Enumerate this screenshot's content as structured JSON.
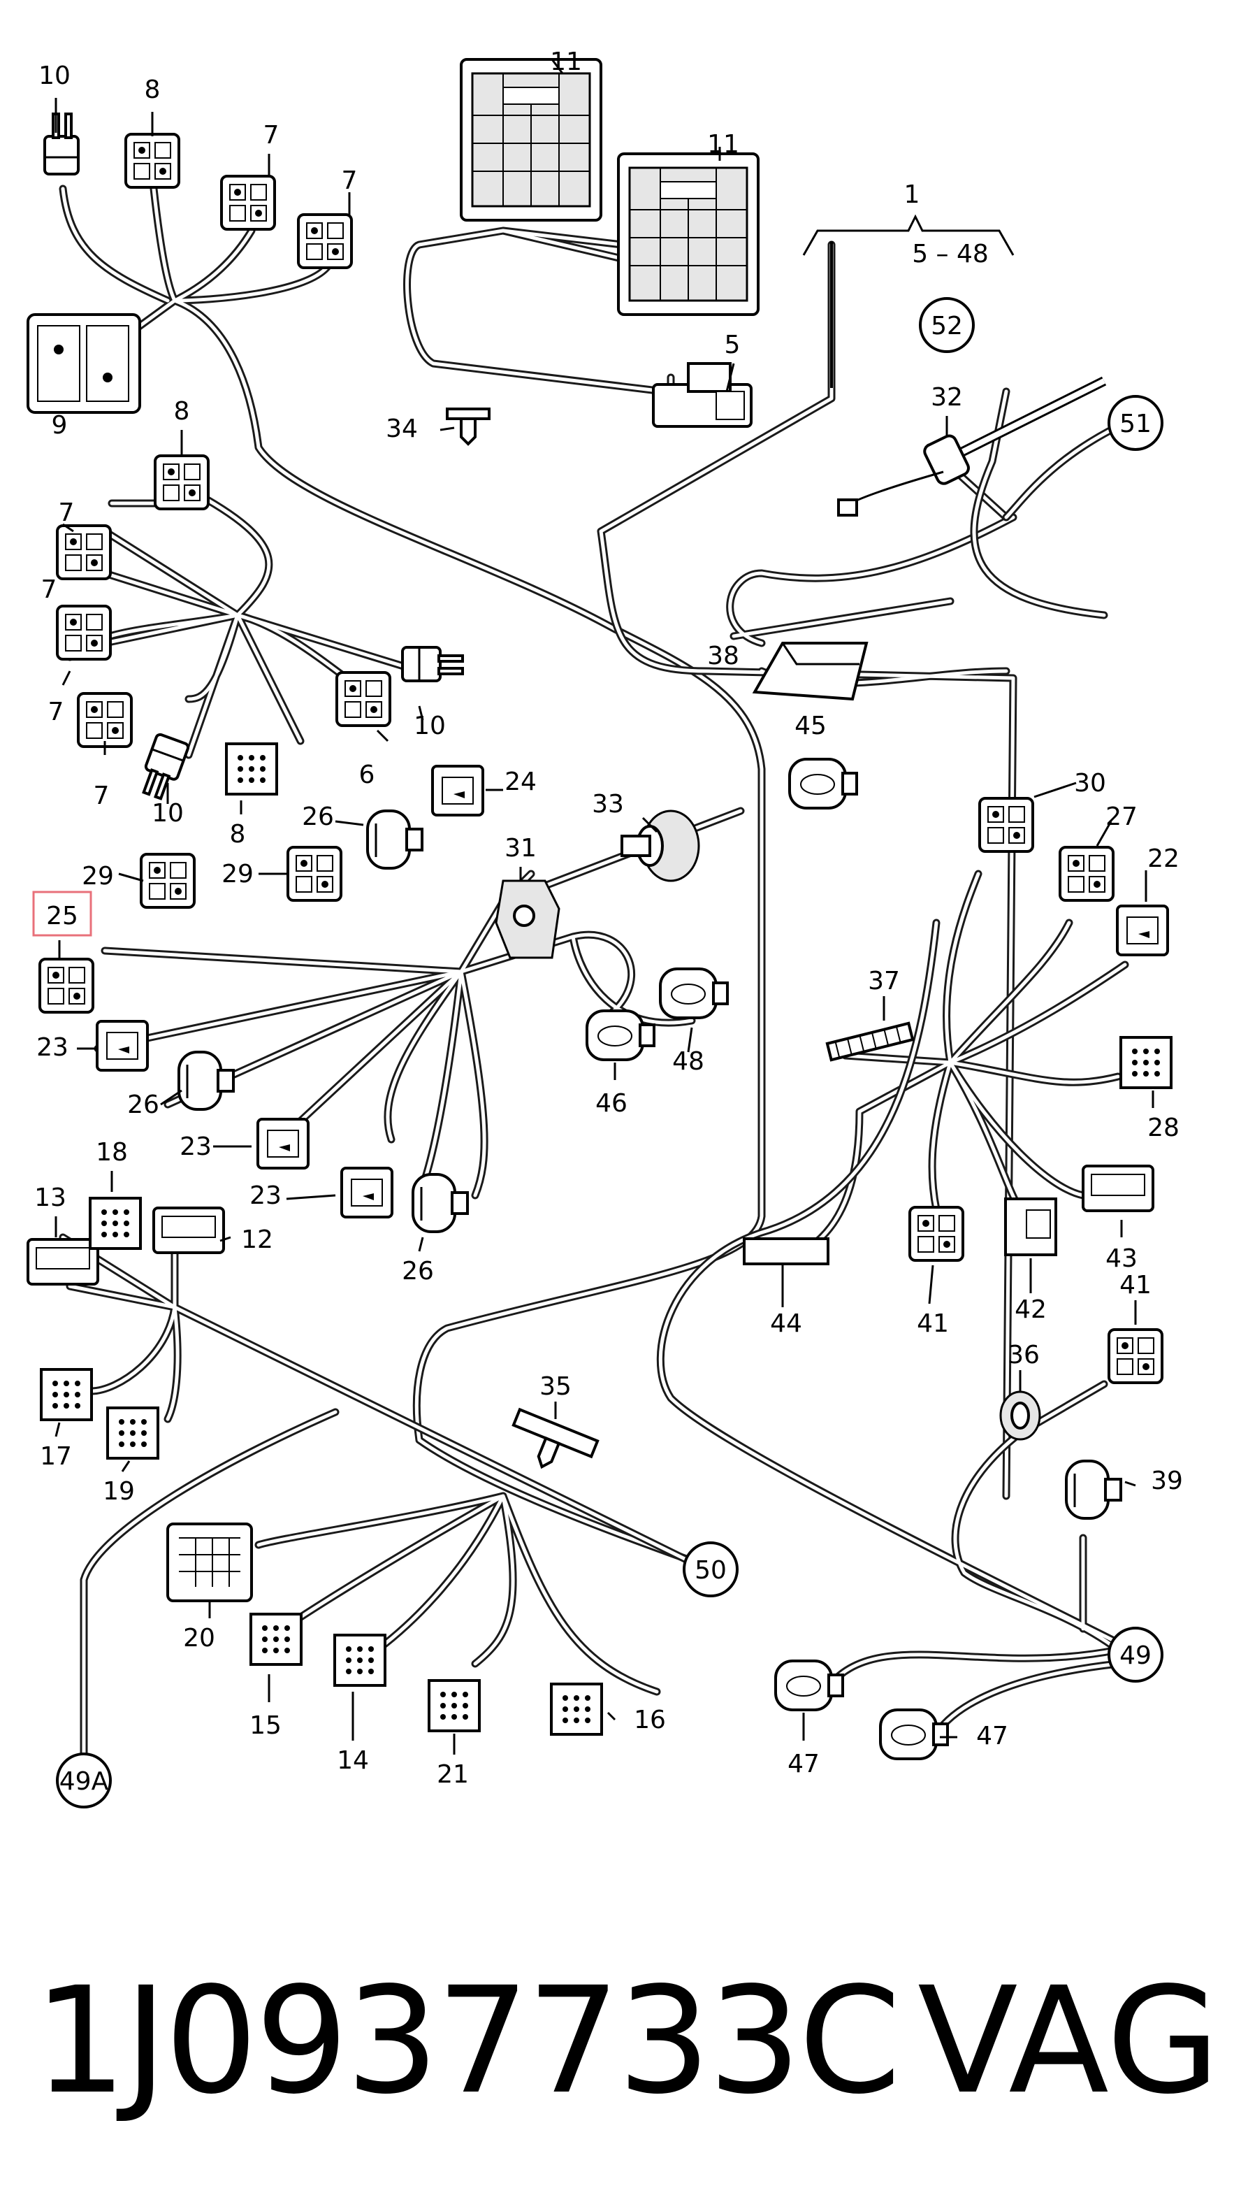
{
  "diagram": {
    "labels": {
      "l1": "1",
      "l5_48": "5 – 48",
      "l11a": "11",
      "l11b": "11",
      "l10a": "10",
      "l8a": "8",
      "l7a": "7",
      "l7b": "7",
      "l9": "9",
      "l52": "52",
      "l5": "5",
      "l34": "34",
      "l32": "32",
      "l51": "51",
      "l8b": "8",
      "l7c": "7",
      "l7d": "7",
      "l7e": "7",
      "l7f": "7",
      "l10b": "10",
      "l10c": "10",
      "l6": "6",
      "l8c": "8",
      "l38": "38",
      "l45": "45",
      "l24": "24",
      "l26a": "26",
      "l33": "33",
      "l31": "31",
      "l29a": "29",
      "l29b": "29",
      "l25": "25",
      "l23a": "23",
      "l26b": "26",
      "l23b": "23",
      "l23c": "23",
      "l26c": "26",
      "l46": "46",
      "l48": "48",
      "l30": "30",
      "l27": "27",
      "l22": "22",
      "l37": "37",
      "l28": "28",
      "l13": "13",
      "l18": "18",
      "l12": "12",
      "l17": "17",
      "l19": "19",
      "l44": "44",
      "l41a": "41",
      "l42": "42",
      "l43": "43",
      "l41b": "41",
      "l36": "36",
      "l39": "39",
      "l35": "35",
      "l50": "50",
      "l20": "20",
      "l15": "15",
      "l14": "14",
      "l21": "21",
      "l16": "16",
      "l49": "49",
      "l47a": "47",
      "l47b": "47",
      "l49A": "49A"
    },
    "highlight_color": "#e8707a"
  },
  "footer": {
    "part_number": "1J0937733C",
    "brand": "VAG"
  }
}
